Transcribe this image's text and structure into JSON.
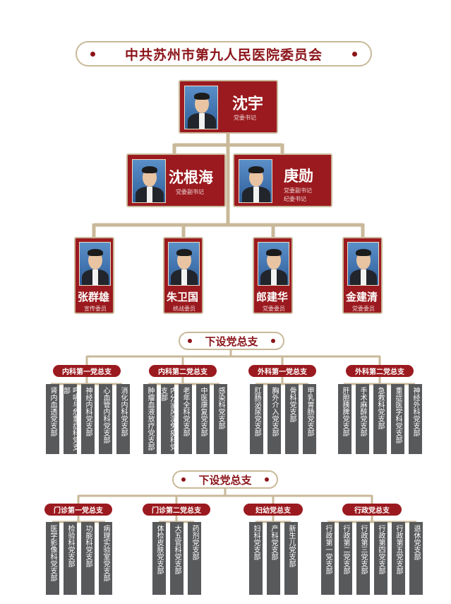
{
  "title": "中共苏州市第九人民医院委员会",
  "secretary": {
    "name": "沈宇",
    "role": "党委书记"
  },
  "deputies": [
    {
      "name": "沈根海",
      "role_lines": [
        "党委副书记"
      ]
    },
    {
      "name": "庚勋",
      "role_lines": [
        "党委副书记",
        "纪委书记"
      ]
    }
  ],
  "members": [
    {
      "name": "张群雄",
      "role": "宣传委员"
    },
    {
      "name": "朱卫国",
      "role": "统战委员"
    },
    {
      "name": "郎建华",
      "role": "党委委员"
    },
    {
      "name": "金建清",
      "role": "党委委员"
    }
  ],
  "sections": [
    {
      "label": "下设党总支",
      "branches": [
        {
          "label": "内科第一党总支",
          "units": [
            "肾内血透党支部",
            "呼吸与危重症科党支部",
            "神经内科党支部",
            "心血管内科党支部",
            "消化内科党支部"
          ]
        },
        {
          "label": "内科第二党总支",
          "units": [
            "肿瘤血液放疗党支部",
            "内分泌风湿免疫科党支部",
            "老年全科党支部",
            "中医康复党支部",
            "感染科党支部"
          ]
        },
        {
          "label": "外科第一党总支",
          "units": [
            "肛肠泌尿党支部",
            "胸外介入党支部",
            "骨科党支部",
            "甲乳胃肠党支部"
          ]
        },
        {
          "label": "外科第二党总支",
          "units": [
            "肝胆胰脾党支部",
            "手术麻醉党支部",
            "急救科党支部",
            "重症医学科党支部",
            "神经外科党支部"
          ]
        }
      ]
    },
    {
      "label": "下设党总支",
      "branches": [
        {
          "label": "门诊第一党总支",
          "units": [
            "医学影像科党支部",
            "检验科党支部",
            "功能科党支部",
            "病理实验室党支部"
          ]
        },
        {
          "label": "门诊第二党总支",
          "units": [
            "体检皮肤党支部",
            "大五官科党支部",
            "药剂党支部"
          ]
        },
        {
          "label": "妇幼党总支",
          "units": [
            "妇科党支部",
            "产科党支部",
            "新生儿党支部"
          ]
        },
        {
          "label": "行政党总支",
          "units": [
            "行政第一党支部",
            "行政第二党支部",
            "行政第三党支部",
            "行政第四党支部",
            "行政第五党支部",
            "退休党支部"
          ]
        }
      ]
    }
  ],
  "colors": {
    "brand_red": "#9b1a1f",
    "line_gold": "#c9b99a",
    "unit_gray": "#58595b"
  }
}
